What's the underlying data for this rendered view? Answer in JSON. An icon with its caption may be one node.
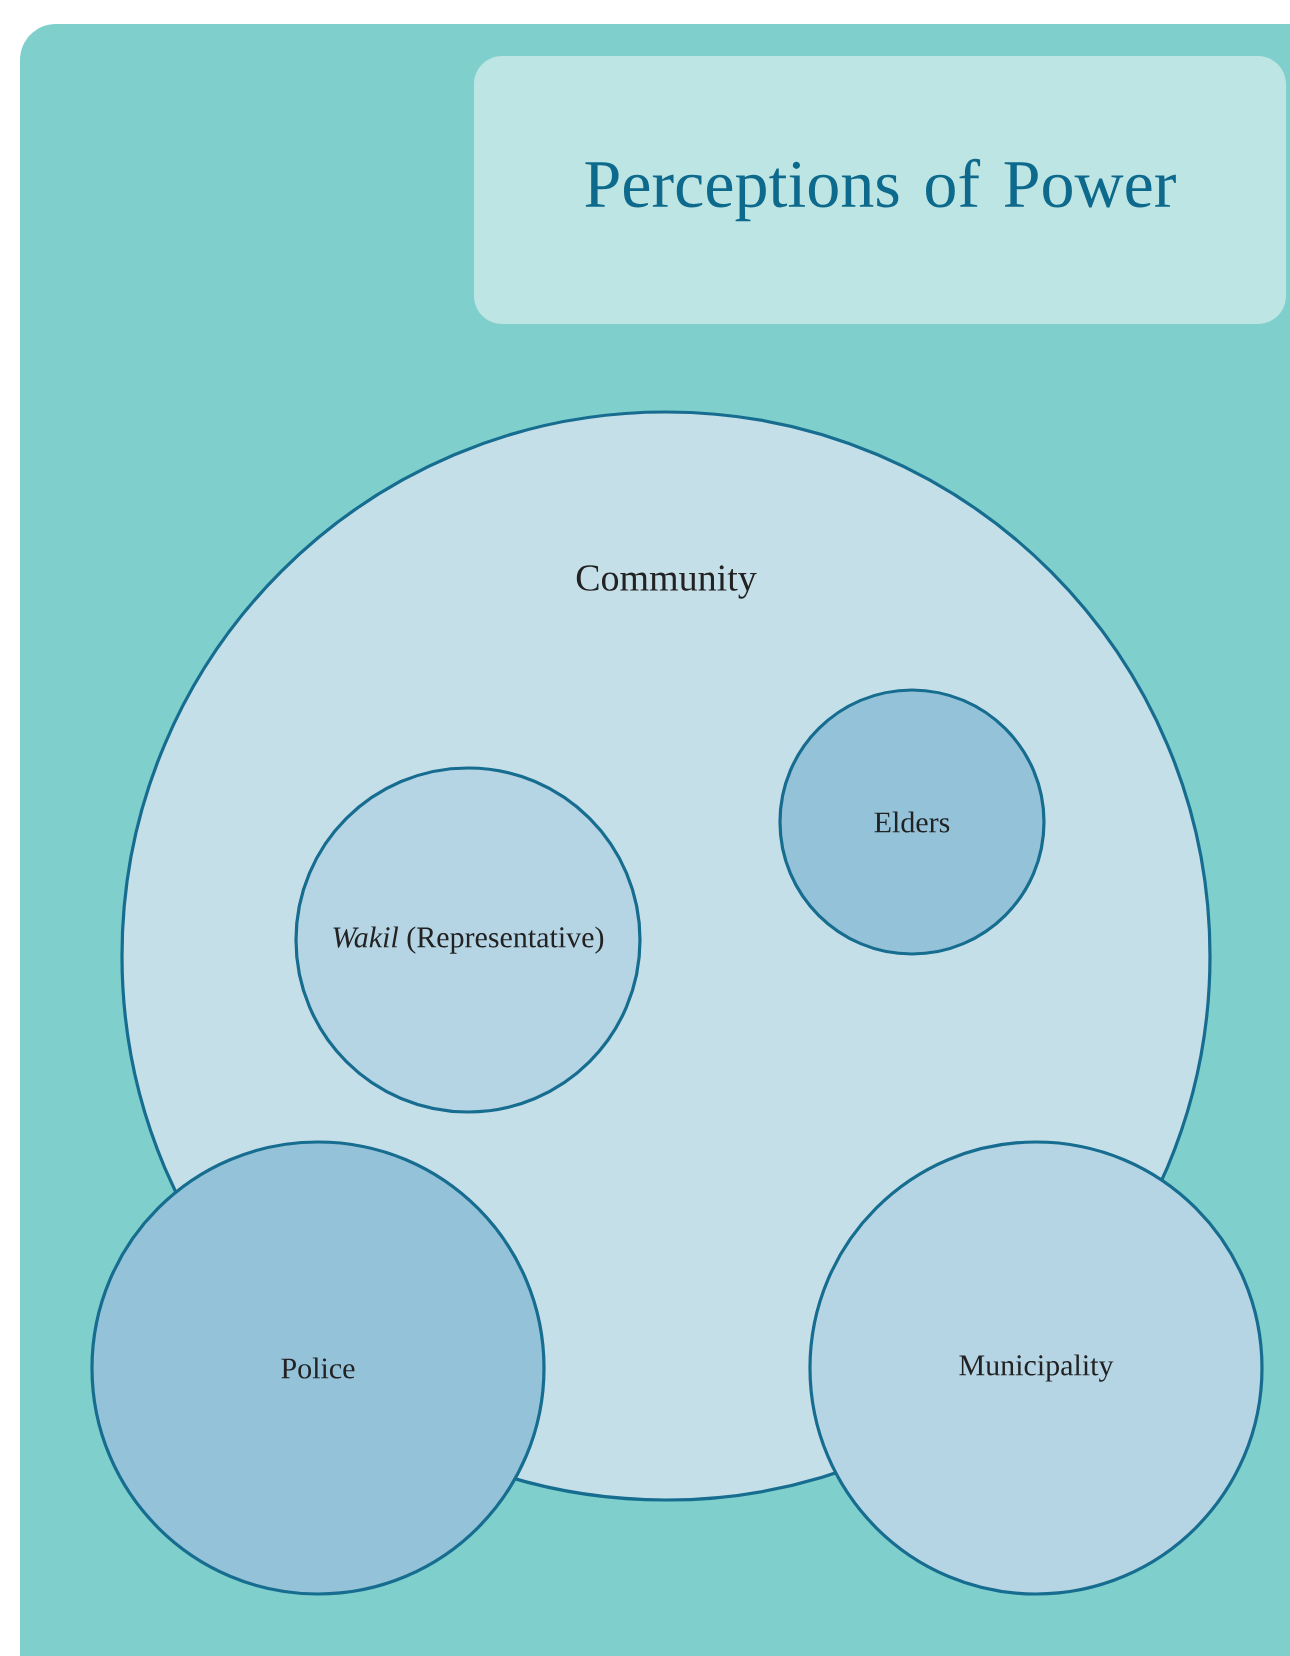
{
  "diagram": {
    "title": "Perceptions of Power",
    "nodes": [
      {
        "text": [
          "Community"
        ]
      },
      {
        "text": [
          "*Wakil* (Representative)"
        ],
        "in": 0
      },
      {
        "text": [
          "Elders"
        ],
        "in": 0
      },
      {
        "text": [
          "Police"
        ]
      },
      {
        "text": [
          "Municipality"
        ]
      }
    ]
  }
}
